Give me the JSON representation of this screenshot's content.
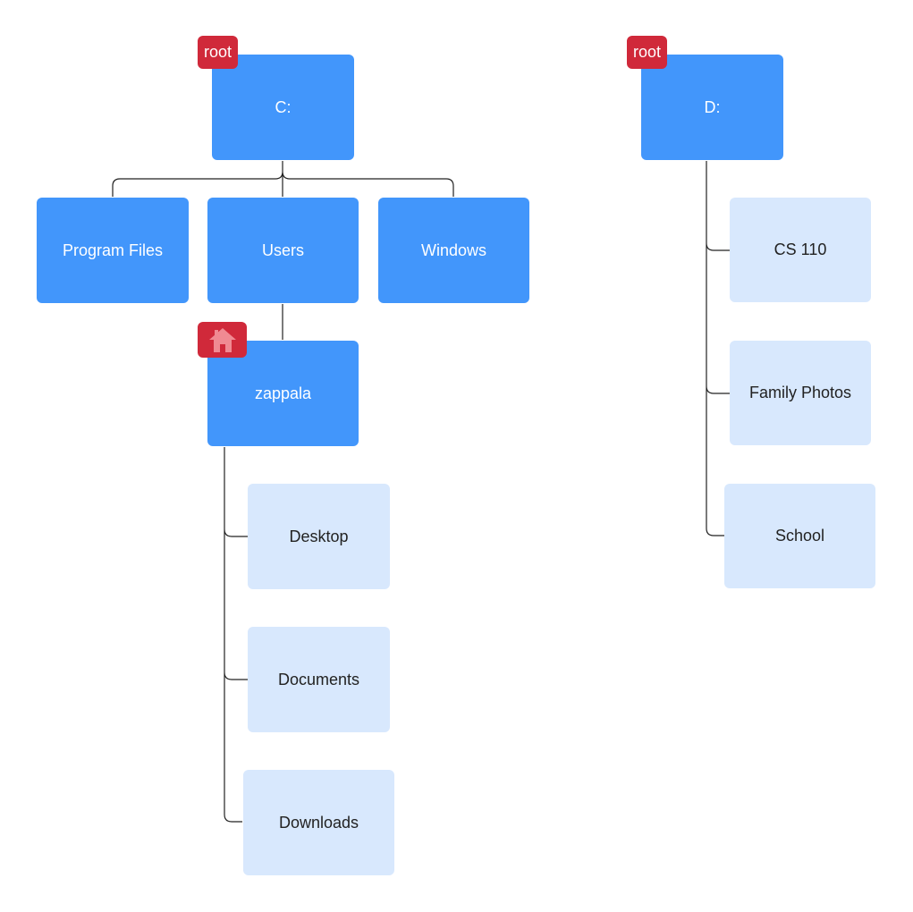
{
  "drives": {
    "c": {
      "label": "C:",
      "tag": "root",
      "children": [
        "Program Files",
        "Users",
        "Windows"
      ],
      "home": {
        "label": "zappala",
        "tag_icon": "home-icon",
        "children": [
          "Desktop",
          "Documents",
          "Downloads"
        ]
      }
    },
    "d": {
      "label": "D:",
      "tag": "root",
      "children": [
        "CS 110",
        "Family Photos",
        "School"
      ]
    }
  },
  "colors": {
    "dark_node": "#4296fb",
    "light_node": "#d8e8fd",
    "tag": "#d0293a",
    "connector": "#222222"
  }
}
